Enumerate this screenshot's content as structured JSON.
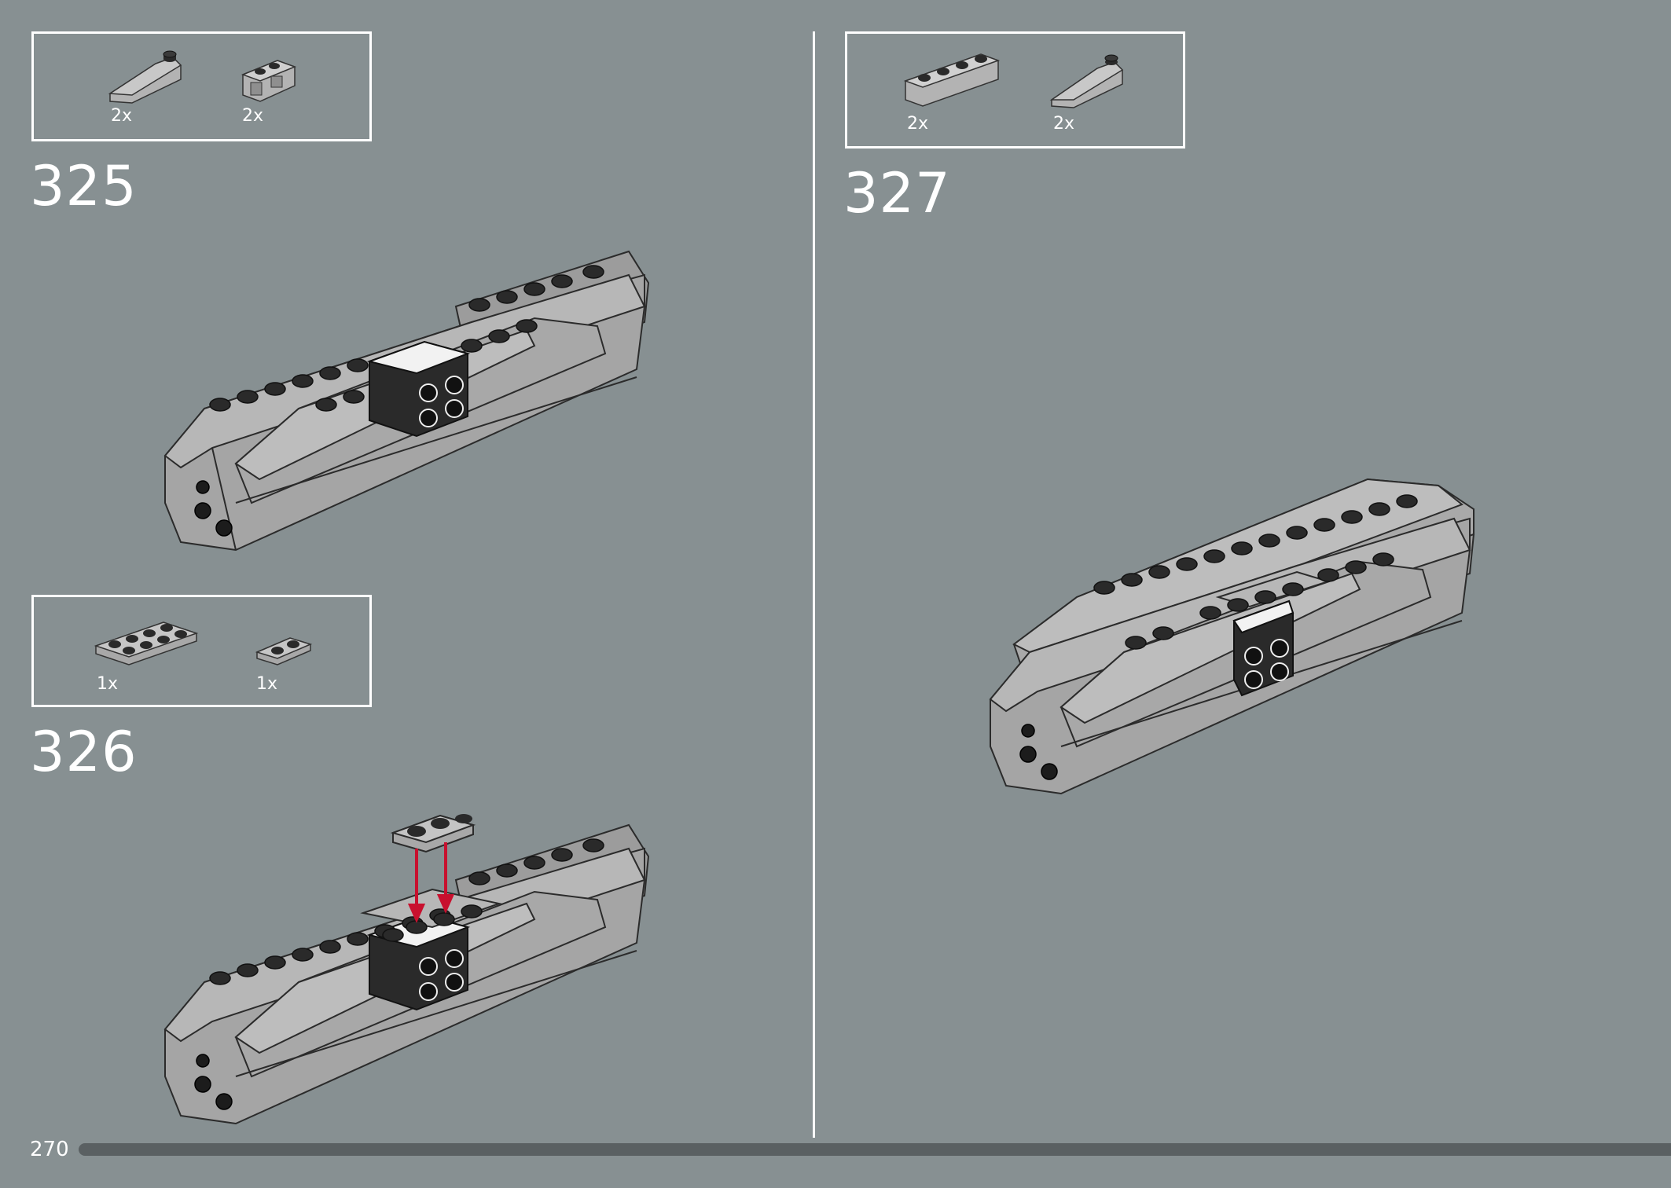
{
  "page": {
    "number": "270"
  },
  "steps": [
    {
      "number": "325",
      "parts": [
        {
          "icon": "slope-brick-icon",
          "qty": "2x"
        },
        {
          "icon": "bracket-brick-icon",
          "qty": "2x"
        }
      ]
    },
    {
      "number": "326",
      "parts": [
        {
          "icon": "plate-2x4-icon",
          "qty": "1x"
        },
        {
          "icon": "plate-1x2-icon",
          "qty": "1x"
        }
      ]
    },
    {
      "number": "327",
      "parts": [
        {
          "icon": "brick-1x4-icon",
          "qty": "2x"
        },
        {
          "icon": "slope-brick-icon",
          "qty": "2x"
        }
      ]
    }
  ],
  "colors": {
    "background": "#879092",
    "brick_light": "#a3a3a3",
    "brick_dark": "#6e6e6e",
    "stud": "#1f1f1f",
    "arrow": "#c8102e",
    "progress": "#5a6062"
  }
}
